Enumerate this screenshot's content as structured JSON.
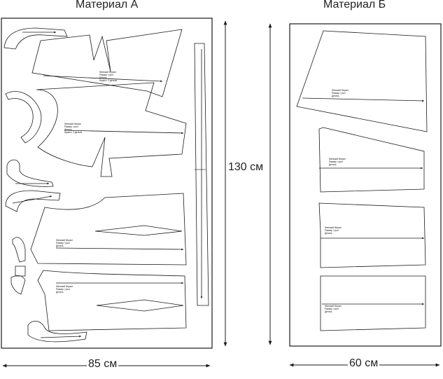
{
  "material_a": {
    "title": "Материал А",
    "width_label": "85 см",
    "height_label": "130 см"
  },
  "material_b": {
    "title": "Материал Б",
    "width_label": "60 см"
  },
  "piece_label_lines": [
    "Женский блузон",
    "Размер / рост",
    "Деталь",
    "Кроить: 2 детали"
  ],
  "colors": {
    "line": "#1a1a1a",
    "background": "#ffffff"
  }
}
